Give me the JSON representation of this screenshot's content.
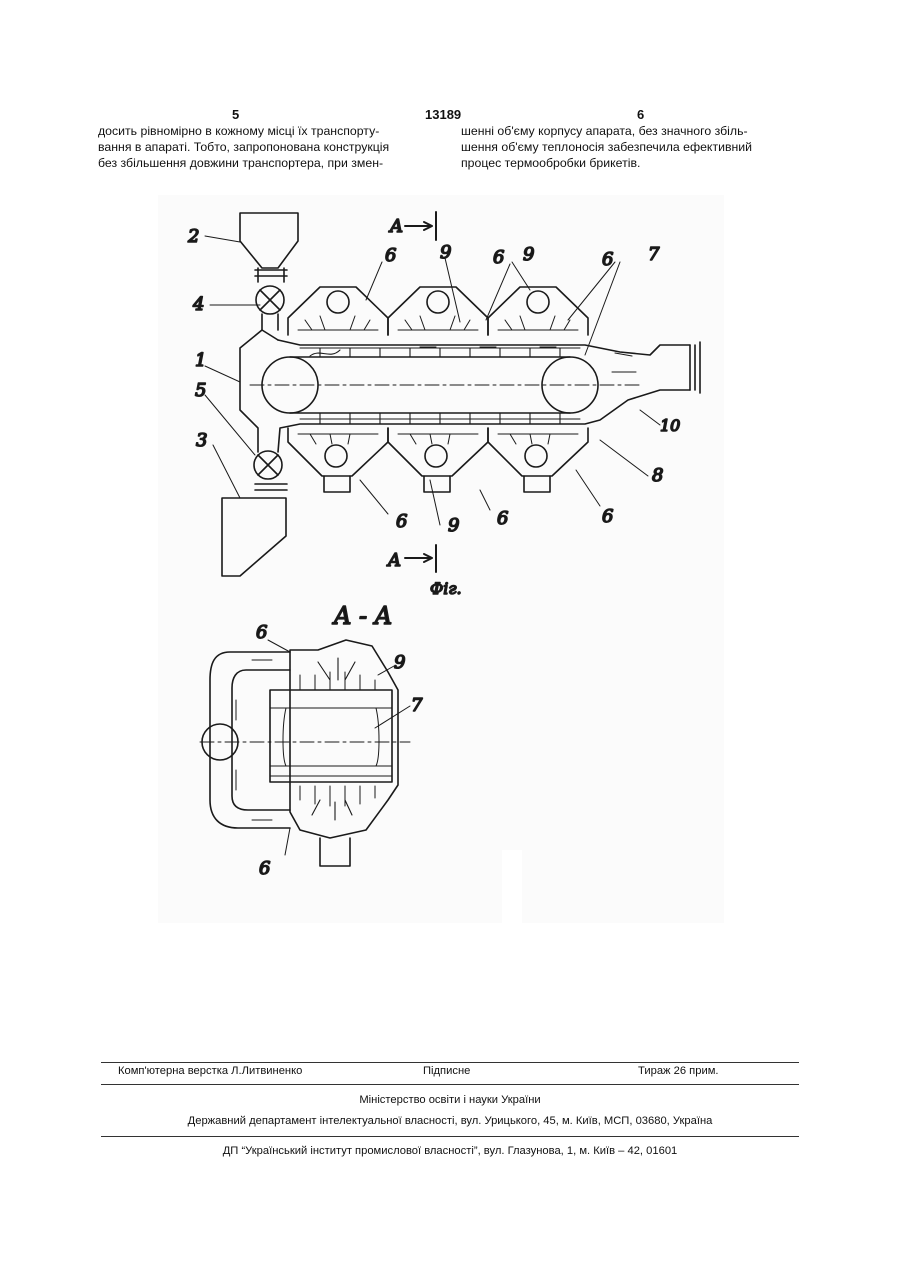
{
  "header": {
    "left_page": "5",
    "patent_number": "13189",
    "right_page": "6"
  },
  "text": {
    "left_column": [
      "досить рівномірно в кожному місці їх транспорту-",
      "вання в апараті. Тобто, запропонована конструкція",
      "без збільшення довжини транспортера, при змен-"
    ],
    "right_column": [
      "шенні об'єму корпусу апарата, без значного збіль-",
      "шення об'єму теплоносія забезпечила ефективний",
      "процес термообробки брикетів."
    ]
  },
  "figure": {
    "labels": {
      "n1": "1",
      "n2": "2",
      "n3": "3",
      "n4": "4",
      "n5": "5",
      "n6": "6",
      "n7": "7",
      "n8": "8",
      "n9": "9",
      "n10": "10",
      "section_mark": "A",
      "fig_caption": "Фіг.",
      "section_title": "A - A"
    }
  },
  "footer": {
    "composer": "Комп'ютерна верстка Л.Литвиненко",
    "signed": "Підписне",
    "circulation": "Тираж 26 прим.",
    "ministry": "Міністерство освіти і науки України",
    "department": "Державний департамент інтелектуальної власності, вул. Урицького, 45, м. Київ, МСП, 03680, Україна",
    "institute": "ДП “Український інститут промислової власності”, вул. Глазунова, 1, м. Київ – 42, 01601"
  }
}
